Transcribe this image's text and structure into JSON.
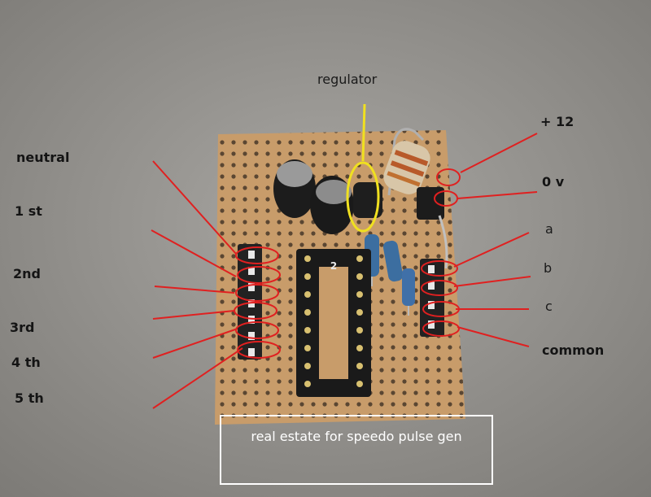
{
  "labels": {
    "regulator": "regulator",
    "plus12": "+ 12",
    "zero_v": "0 v",
    "a": "a",
    "b": "b",
    "c": "c",
    "common": "common",
    "neutral": "neutral",
    "first": "1 st",
    "second": "2nd",
    "third": "3rd",
    "fourth": "4 th",
    "fifth": "5 th"
  },
  "caption": "real estate for speedo pulse gen",
  "ic_socket_marking": "2",
  "colors": {
    "annotation_red": "#e02020",
    "annotation_yellow": "#f0e020",
    "caption_border": "#ffffff",
    "board": "#c8a070"
  }
}
